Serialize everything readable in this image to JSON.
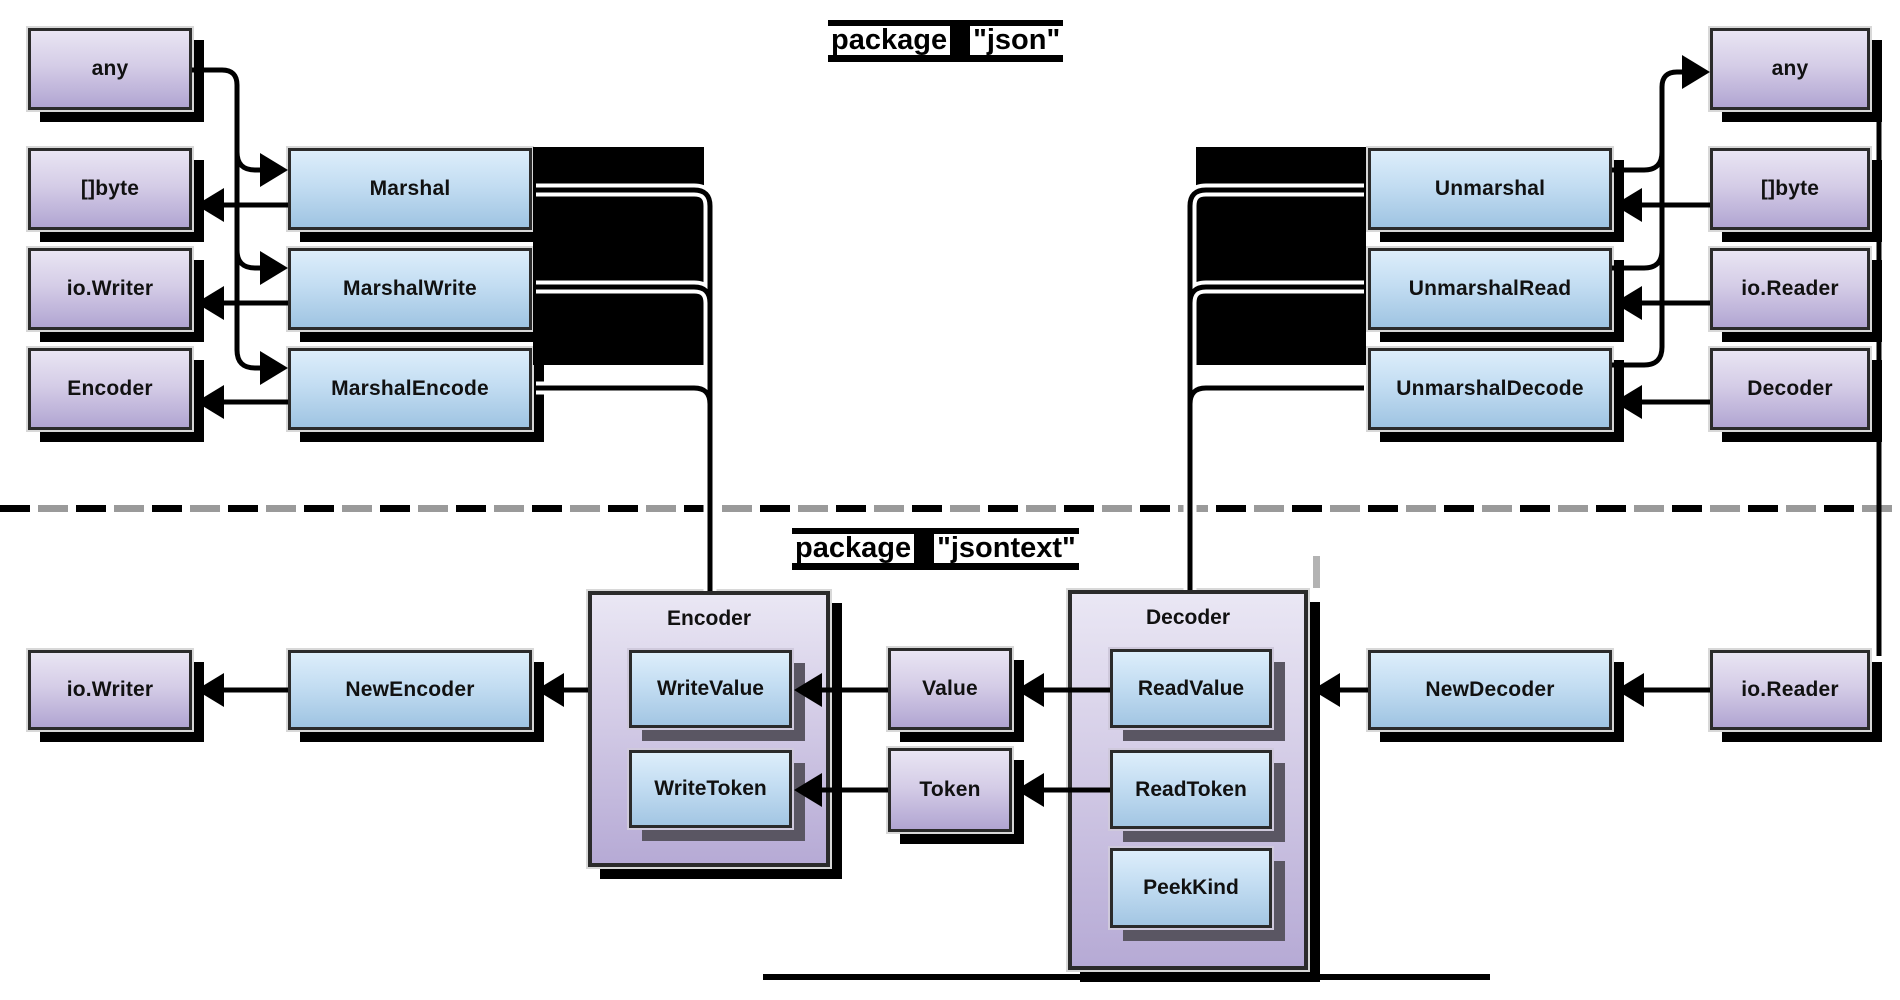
{
  "titles": {
    "json": {
      "word1": "package",
      "word2": "\"json\""
    },
    "jsontext": {
      "word1": "package",
      "word2": "\"jsontext\""
    }
  },
  "json_pkg": {
    "left_types": {
      "any": "any",
      "bytes": "[]byte",
      "writer": "io.Writer",
      "encoder": "Encoder"
    },
    "marshal_funcs": {
      "marshal": "Marshal",
      "marshal_write": "MarshalWrite",
      "marshal_encode": "MarshalEncode"
    },
    "unmarshal_funcs": {
      "unmarshal": "Unmarshal",
      "unmarshal_read": "UnmarshalRead",
      "unmarshal_decode": "UnmarshalDecode"
    },
    "right_types": {
      "any": "any",
      "bytes": "[]byte",
      "reader": "io.Reader",
      "decoder": "Decoder"
    }
  },
  "jsontext_pkg": {
    "writer": "io.Writer",
    "new_encoder": "NewEncoder",
    "encoder": {
      "title": "Encoder",
      "write_value": "WriteValue",
      "write_token": "WriteToken"
    },
    "value": "Value",
    "token": "Token",
    "decoder": {
      "title": "Decoder",
      "read_value": "ReadValue",
      "read_token": "ReadToken",
      "peek_kind": "PeekKind"
    },
    "new_decoder": "NewDecoder",
    "reader": "io.Reader"
  },
  "colors": {
    "node_purple_top": "#e9e5f3",
    "node_purple_bottom": "#b1a5d2",
    "node_blue_top": "#ddeefb",
    "node_blue_bottom": "#9fc4e2",
    "container_purple_top": "#eae7f4",
    "container_purple_bottom": "#b6aad5",
    "border": "#2b2b2b",
    "shadow": "#000000",
    "inner_shadow": "#5a5663",
    "line": "#000000",
    "dash_gray": "#9a9a9a"
  }
}
